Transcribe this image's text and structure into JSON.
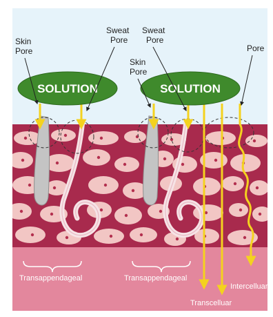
{
  "labels": {
    "skin_pore_left": [
      "Skin",
      "Pore"
    ],
    "sweat_pore_left": [
      "Sweat",
      "Pore"
    ],
    "sweat_pore_right": [
      "Sweat",
      "Pore"
    ],
    "skin_pore_right": [
      "Skin",
      "Pore"
    ],
    "pore": "Pore",
    "solution_left": "SOLUTION",
    "solution_right": "SOLUTION",
    "transappendageal_left": "Transappendageal",
    "transappendageal_right": "Transappendageal",
    "transcellular": "Transcelluar",
    "intercellular": "Intercelluar"
  },
  "colors": {
    "background": "#e6f3fa",
    "solution": "#3f8a2c",
    "epidermis": "#a82a4d",
    "cells": "#f2c6c4",
    "dermis": "#e3879d",
    "arrow": "#f4d21f",
    "hair": "#b8b8b8"
  }
}
